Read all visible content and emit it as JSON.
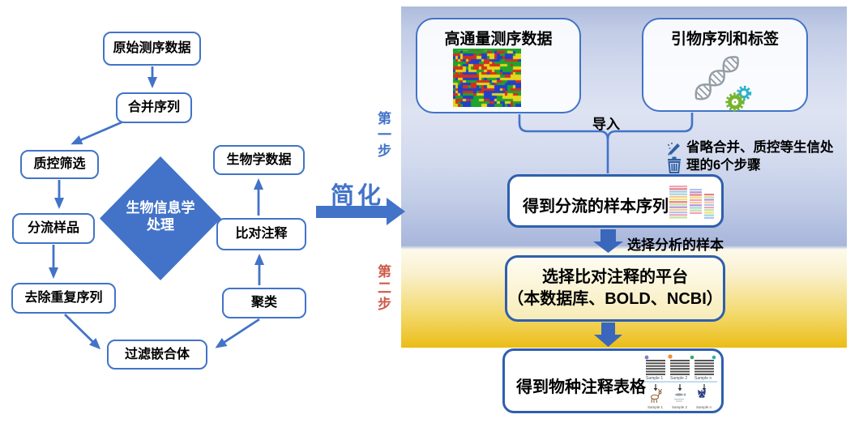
{
  "left_flow": {
    "nodes": {
      "raw": "原始测序数据",
      "merge": "合并序列",
      "qc": "质控筛选",
      "demux": "分流样品",
      "dedup": "去除重复序列",
      "chimera": "过滤嵌合体",
      "cluster": "聚类",
      "align": "比对注释",
      "bio": "生物学数据"
    },
    "diamond_line1": "生物信息学",
    "diamond_line2": "处理"
  },
  "transition": {
    "simplify": "简化",
    "step1": "第一步",
    "step2": "第二步"
  },
  "right_flow": {
    "box_hts": "高通量测序数据",
    "box_primer": "引物序列和标签",
    "import": "导入",
    "note1": "省略合并、质控等生信处",
    "note2": "理的6个步骤",
    "result_split": "得到分流的样本序列",
    "select_sample": "选择分析的样本",
    "platform1": "选择比对注释的平台",
    "platform2": "（本数据库、BOLD、NCBI）",
    "result_table": "得到物种注释表格",
    "sample_labels": [
      "Sample 1",
      "Sample 2",
      "Sample n"
    ]
  },
  "colors": {
    "accent": "#4273C8",
    "step2_text": "#CD5B4A",
    "heatmap_palette": [
      "#d62e1e",
      "#2140c8",
      "#1ea32e",
      "#e6d619"
    ],
    "stripe_palette": [
      "#f2a2b8",
      "#b892dc",
      "#f3e07c",
      "#a9c6ee",
      "#bfe3a2",
      "#f6c990",
      "#e87f7f",
      "#9fd8de"
    ]
  }
}
